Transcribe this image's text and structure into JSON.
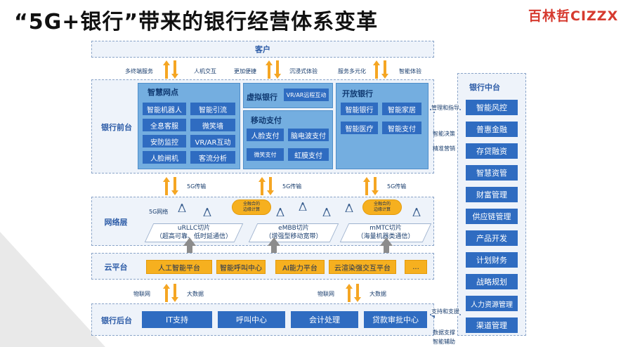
{
  "title": "“5G+银行”带来的银行经营体系变革",
  "logo_text": "百林哲CIZZX",
  "customer": {
    "label": "客户",
    "labels": [
      "多终端服务",
      "人机交互",
      "更加便捷",
      "沉浸式体验",
      "服务多元化",
      "智能体验"
    ]
  },
  "front": {
    "label": "银行前台",
    "smart_outlet": {
      "title": "智慧网点",
      "items": [
        "智能机器人",
        "智能引流",
        "全息客服",
        "微笑墙",
        "安防监控",
        "VR/AR互动",
        "人脸闸机",
        "客流分析"
      ]
    },
    "virtual_bank": {
      "title": "虚拟银行",
      "item": "VR/AR远程互动"
    },
    "mobile_pay": {
      "title": "移动支付",
      "items": [
        "人脸支付",
        "脑电波支付",
        "微笑支付",
        "虹膜支付"
      ]
    },
    "open_bank": {
      "title": "开放银行",
      "items": [
        "智能银行",
        "智能家居",
        "智能医疗",
        "智能支付"
      ]
    }
  },
  "transfer_label": "5G传输",
  "network": {
    "label": "网络层",
    "net5g": "5G网络",
    "edge_label": "全融合的\n边缘计算",
    "slices": [
      {
        "name": "uRLLC切片",
        "desc": "（超高可靠、低时延通信）"
      },
      {
        "name": "eMBB切片",
        "desc": "（增强型移动宽带）"
      },
      {
        "name": "mMTC切片",
        "desc": "（海量机器类通信）"
      }
    ]
  },
  "cloud": {
    "label": "云平台",
    "items": [
      "人工智能平台",
      "智能呼叫中心",
      "AI能力平台",
      "云渲染强交互平台",
      "..."
    ]
  },
  "back_arrows": {
    "left": "物联网",
    "right": "大数据"
  },
  "back": {
    "label": "银行后台",
    "items": [
      "IT支持",
      "呼叫中心",
      "会计处理",
      "贷款审批中心"
    ]
  },
  "middle": {
    "label": "银行中台",
    "items": [
      "智能风控",
      "普惠金融",
      "存贷融资",
      "智慧资管",
      "财富管理",
      "供应链管理",
      "产品开发",
      "计划财务",
      "战略规划",
      "人力资源管理",
      "渠道管理"
    ],
    "links_front": [
      "管理和指导",
      "智能决策",
      "精准营销"
    ],
    "links_back": [
      "支持和支援",
      "数据支撑",
      "智能辅助"
    ]
  },
  "colors": {
    "accent_blue": "#2f6cc1",
    "panel_blue": "#74aee0",
    "orange": "#f6b01f",
    "arrow_orange": "#f5a623"
  }
}
